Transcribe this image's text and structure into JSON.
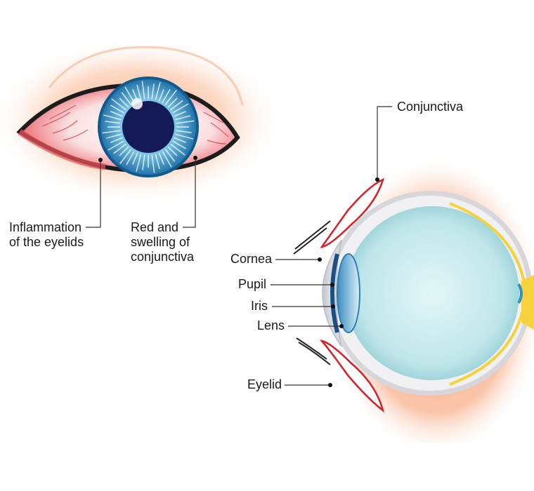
{
  "labels": {
    "inflammation": [
      "Inflammation",
      "of the eyelids"
    ],
    "red_swelling": [
      "Red and",
      "swelling of",
      "conjunctiva"
    ],
    "conjunctiva": "Conjunctiva",
    "cornea": "Cornea",
    "pupil": "Pupil",
    "iris": "Iris",
    "lens": "Lens",
    "eyelid": "Eyelid"
  },
  "colors": {
    "skin_glow": "#f9b48f",
    "sclera_red": "#e8515a",
    "iris_blue": "#2f8fc6",
    "pupil": "#141a55",
    "vitreous": "#bfe6ea",
    "leader_line": "#333333",
    "conjunctiva_outline": "#d81f26"
  }
}
